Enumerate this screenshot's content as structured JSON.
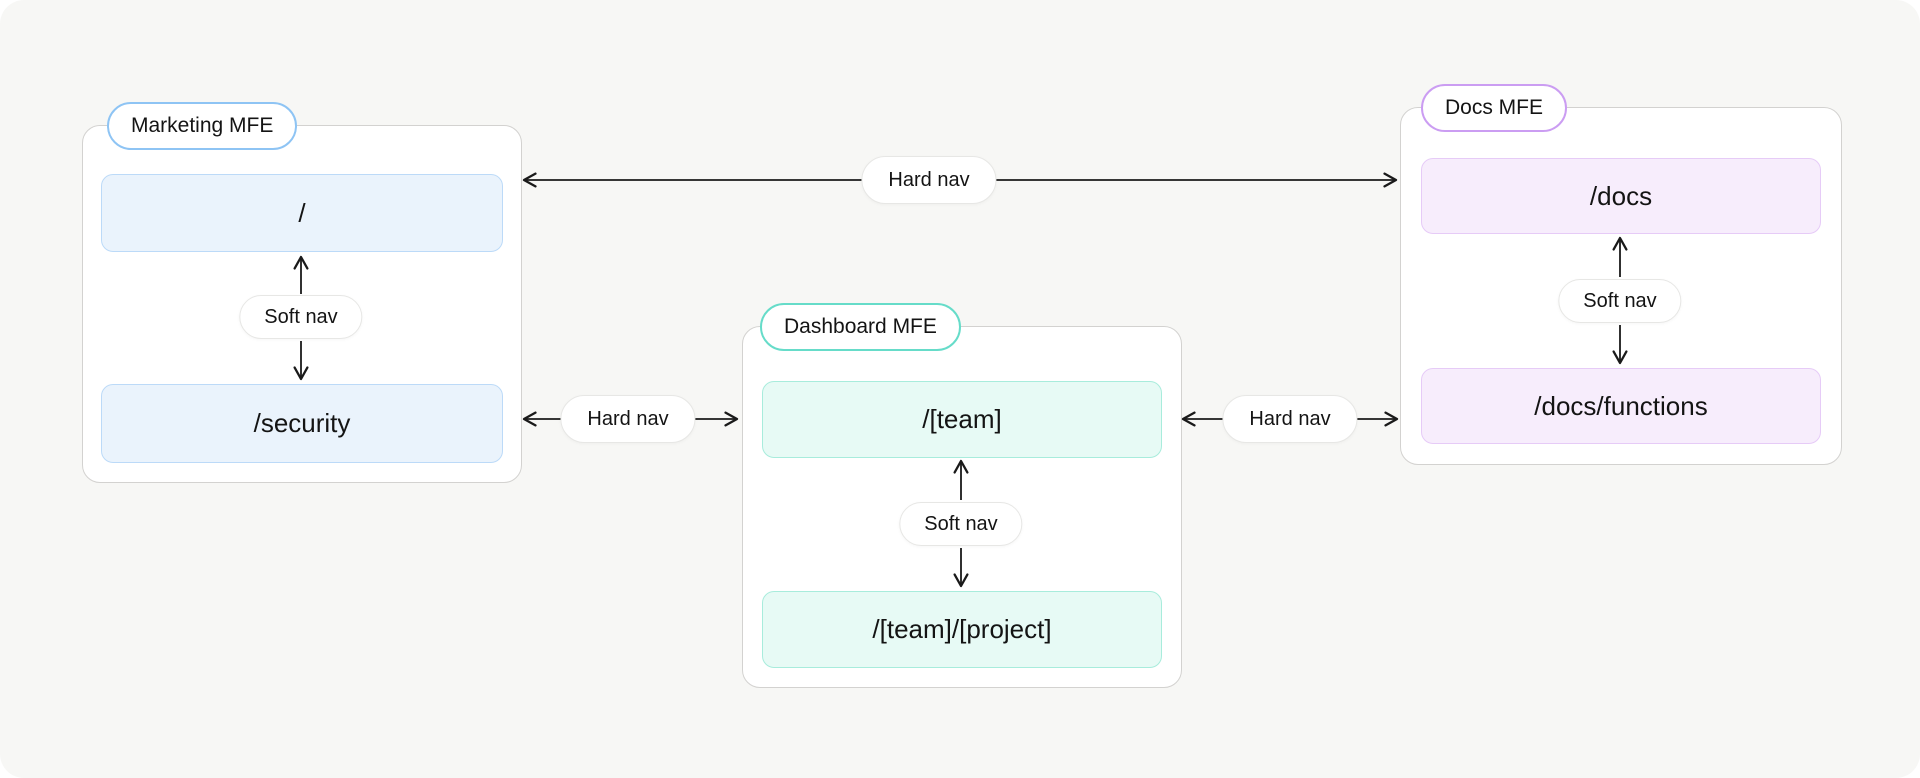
{
  "diagram": {
    "background": "#f7f7f5",
    "arrow_color": "#1a1a1a",
    "groups": [
      {
        "label": "Marketing MFE",
        "accent": "#8ec4f4",
        "route_bg": "#eaf3fc",
        "route_border": "#bcdaf8",
        "routes": [
          "/",
          "/security"
        ],
        "soft_nav_label": "Soft nav"
      },
      {
        "label": "Dashboard MFE",
        "accent": "#66dcc9",
        "route_bg": "#e7faf5",
        "route_border": "#a8ecdc",
        "routes": [
          "/[team]",
          "/[team]/[project]"
        ],
        "soft_nav_label": "Soft nav"
      },
      {
        "label": "Docs MFE",
        "accent": "#cb9df2",
        "route_bg": "#f7edfc",
        "route_border": "#e6cbf7",
        "routes": [
          "/docs",
          "/docs/functions"
        ],
        "soft_nav_label": "Soft nav"
      }
    ],
    "hard_nav": [
      {
        "label": "Hard nav"
      },
      {
        "label": "Hard nav"
      },
      {
        "label": "Hard nav"
      }
    ]
  }
}
